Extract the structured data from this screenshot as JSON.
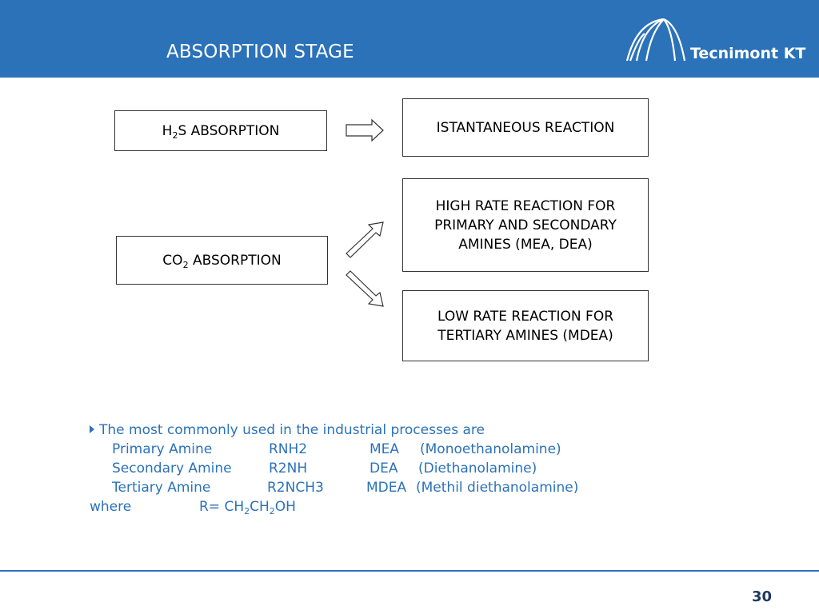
{
  "header": {
    "title": "ABSORPTION STAGE",
    "logo_text": "Tecnimont KT",
    "bg_color": "#2B72B9"
  },
  "diagram": {
    "h2s_box": {
      "part1": "H",
      "sub": "2",
      "part2": "S ABSORPTION"
    },
    "co2_box": {
      "part1": "CO",
      "sub": "2",
      "part2": " ABSORPTION"
    },
    "instant_box": "ISTANTANEOUS REACTION",
    "high_rate_box": "HIGH RATE REACTION FOR PRIMARY AND SECONDARY AMINES (MEA, DEA)",
    "low_rate_box": "LOW RATE REACTION FOR TERTIARY AMINES (MDEA)"
  },
  "bullets": {
    "intro": "The most commonly used in the industrial processes are",
    "rows": [
      {
        "type": "Primary Amine",
        "formula": "RNH2",
        "abbr": "MEA",
        "name": "(Monoethanolamine)"
      },
      {
        "type": "Secondary Amine",
        "formula": "R2NH",
        "abbr": "DEA",
        "name": "(Diethanolamine)"
      },
      {
        "type": "Tertiary Amine",
        "formula": "R2NCH3",
        "abbr": "MDEA",
        "name": "(Methil diethanolamine)"
      }
    ],
    "where_label": "where",
    "r_formula": {
      "a": "R= CH",
      "s1": "2",
      "b": "CH",
      "s2": "2",
      "c": "OH"
    },
    "text_color": "#2B72B9"
  },
  "footer": {
    "page_number": "30"
  }
}
